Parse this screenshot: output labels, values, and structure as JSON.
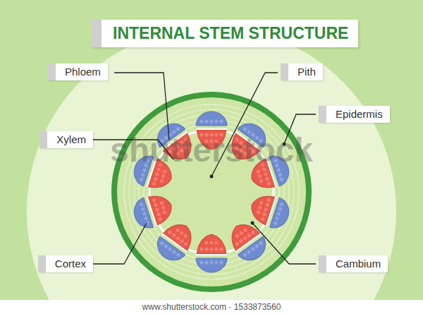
{
  "diagram": {
    "title": "INTERNAL STEM STRUCTURE",
    "nodes": [
      {
        "text": [
          "Phloem"
        ]
      },
      {
        "text": [
          "Pith"
        ]
      },
      {
        "text": [
          "Epidermis"
        ]
      },
      {
        "text": [
          "Xylem"
        ]
      },
      {
        "text": [
          "Cortex"
        ]
      },
      {
        "text": [
          "Cambium"
        ]
      }
    ],
    "labels": [
      "shutterstock",
      "www.shutterstock.com · 1533873560"
    ]
  }
}
